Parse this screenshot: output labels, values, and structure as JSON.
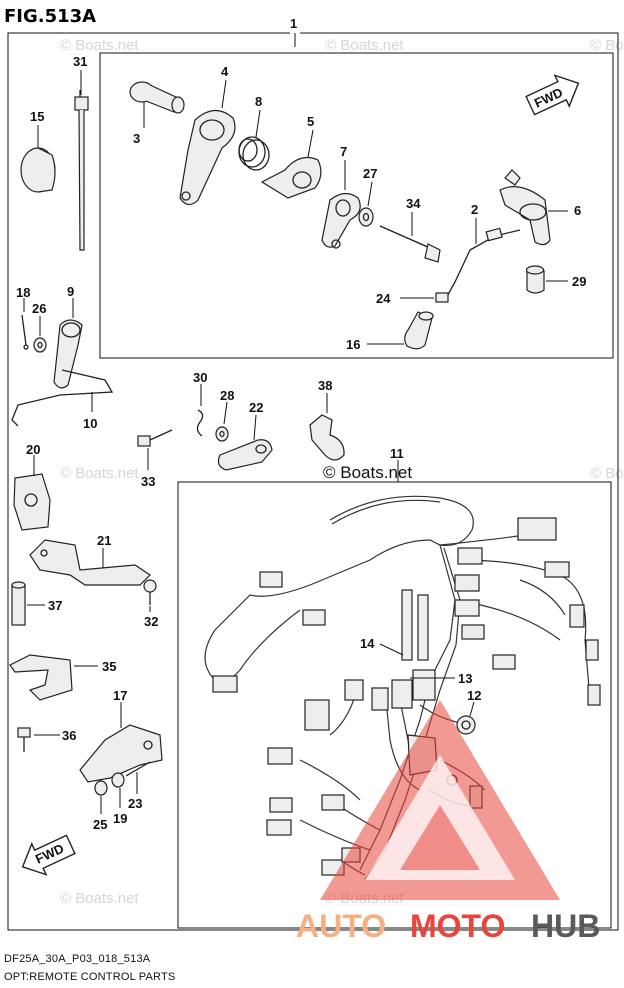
{
  "figure": {
    "title": "FIG.513A",
    "code": "DF25A_30A_P03_018_513A",
    "caption": "OPT:REMOTE CONTROL PARTS",
    "fwd_label": "FWD"
  },
  "watermarks": {
    "boats": "© Boats.net",
    "brand_auto": "AUTO",
    "brand_moto": "MOTO",
    "brand_hub": "HUB",
    "brand_colors": {
      "auto": "#f5b183",
      "moto": "#e8453c",
      "hub": "#5a5a5a"
    }
  },
  "callouts": [
    "1",
    "2",
    "3",
    "4",
    "5",
    "6",
    "7",
    "8",
    "9",
    "10",
    "11",
    "12",
    "13",
    "14",
    "15",
    "16",
    "17",
    "18",
    "19",
    "20",
    "21",
    "22",
    "23",
    "24",
    "25",
    "26",
    "27",
    "28",
    "29",
    "30",
    "31",
    "32",
    "33",
    "34",
    "35",
    "36",
    "37",
    "38"
  ]
}
